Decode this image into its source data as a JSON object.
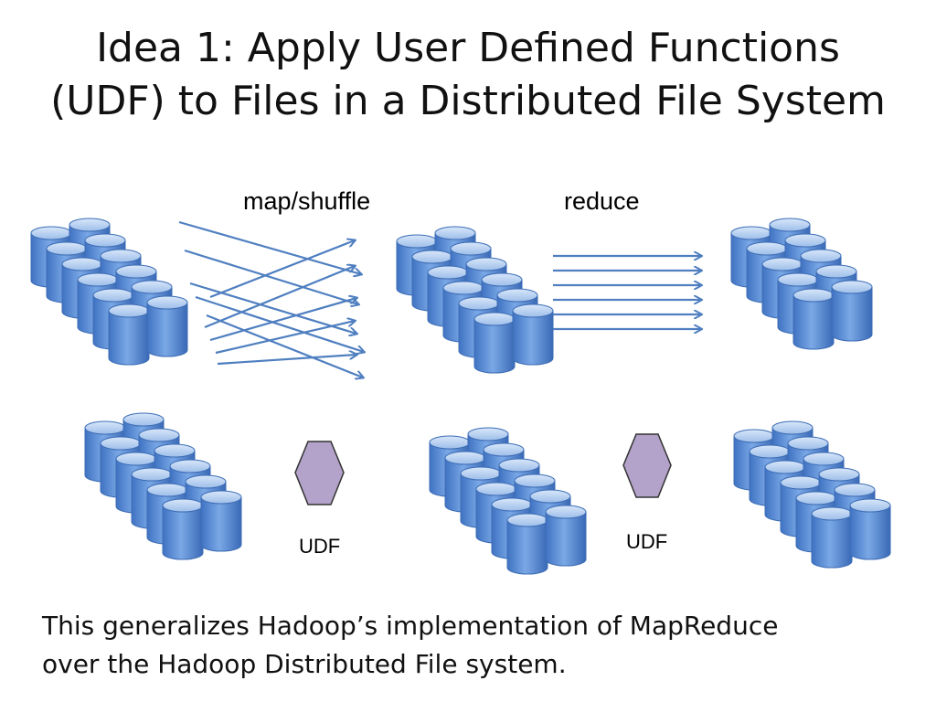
{
  "slide": {
    "title_line1": "Idea 1: Apply User Defined Functions",
    "title_line2": "(UDF) to Files in a Distributed File System",
    "label_map_shuffle": "map/shuffle",
    "label_reduce": "reduce",
    "udf_label_1": "UDF",
    "udf_label_2": "UDF",
    "caption_line1": "This generalizes Hadoop’s implementation of MapReduce",
    "caption_line2": "over the Hadoop Distributed File system."
  },
  "colors": {
    "cylinder_body": "#5b8fd6",
    "cylinder_top": "#b9d2f3",
    "cylinder_stroke": "#3d6db5",
    "arrow": "#4f7fc0",
    "hexagon_fill": "#b3a2c9",
    "hexagon_stroke": "#333333"
  }
}
